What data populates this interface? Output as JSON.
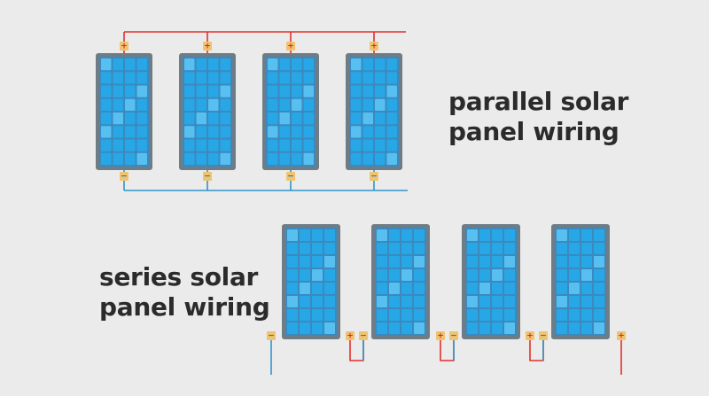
{
  "parallel": {
    "title_line1": "parallel solar",
    "title_line2": "panel wiring",
    "panel_count": 4
  },
  "series": {
    "title_line1": "series solar",
    "title_line2": "panel wiring",
    "panel_count": 4
  },
  "terminal_symbols": {
    "positive": "+",
    "negative": "−"
  },
  "colors": {
    "background": "#ebebeb",
    "panel_frame": "#6e7c86",
    "panel_fill": "#3a8ac0",
    "cell": "#28a7e6",
    "cell_highlight": "#58c0f0",
    "positive_wire": "#e2312b",
    "negative_wire": "#2f95cc",
    "terminal": "#f0c36e",
    "positive_sign": "#d6262a",
    "negative_sign": "#2474a8",
    "text": "#2b2b2b"
  }
}
